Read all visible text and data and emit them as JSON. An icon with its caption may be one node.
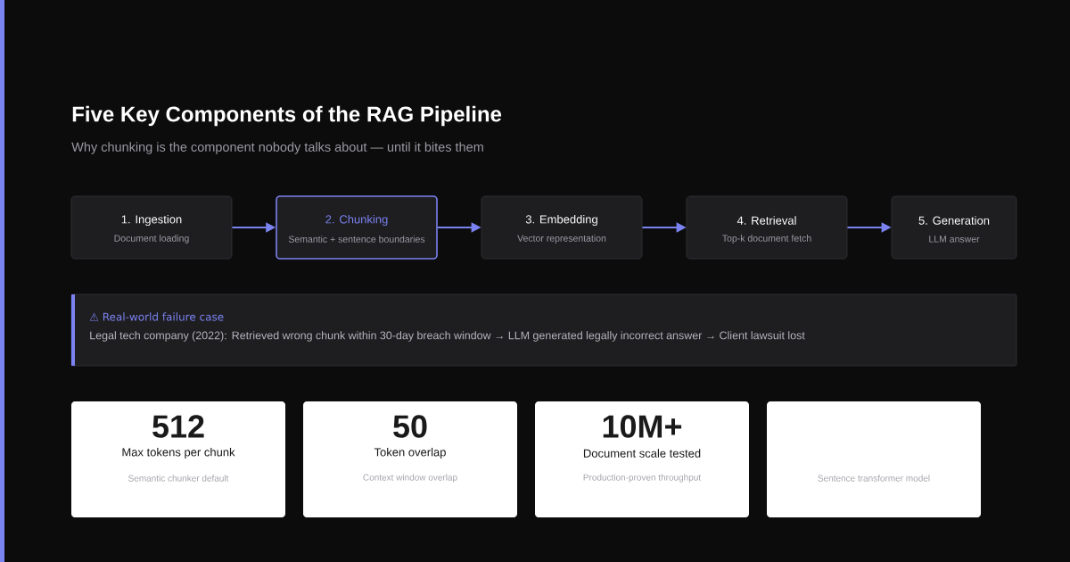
{
  "diagram": {
    "title": "Five Key Components of the RAG Pipeline",
    "nodes": [
      {
        "text": [
          "1. Ingestion",
          "Document loading"
        ]
      },
      {
        "text": [
          "2. Chunking",
          "Semantic + sentence boundaries"
        ]
      },
      {
        "text": [
          "3. Embedding",
          "Vector representation"
        ]
      },
      {
        "text": [
          "4. Retrieval",
          "Top-k document fetch"
        ]
      },
      {
        "text": [
          "5. Generation",
          "LLM answer"
        ]
      },
      {
        "text": [
          "⚠ Real-world failure case",
          "Legal tech company (2022): Retrieved wrong chunk within 30-day breach window → LLM generated legally incorrect answer → Client lawsuit lost"
        ]
      },
      {
        "text": [
          "512",
          "Max tokens per chunk",
          "Semantic chunker default"
        ]
      },
      {
        "text": [
          "50",
          "Token overlap",
          "Context window overlap"
        ]
      },
      {
        "text": [
          "10M+",
          "Document scale tested",
          "Production-proven throughput"
        ]
      },
      {
        "text": [
          "Sentence transformer model"
        ]
      }
    ],
    "edges": [
      {
        "from": 0,
        "to": 1,
        "arrow": "to"
      },
      {
        "from": 1,
        "to": 2,
        "arrow": "to"
      },
      {
        "from": 2,
        "to": 3,
        "arrow": "to"
      },
      {
        "from": 3,
        "to": 4,
        "arrow": "to"
      }
    ],
    "labels": [
      "Why chunking is the component nobody talks about — until it bites them"
    ]
  }
}
